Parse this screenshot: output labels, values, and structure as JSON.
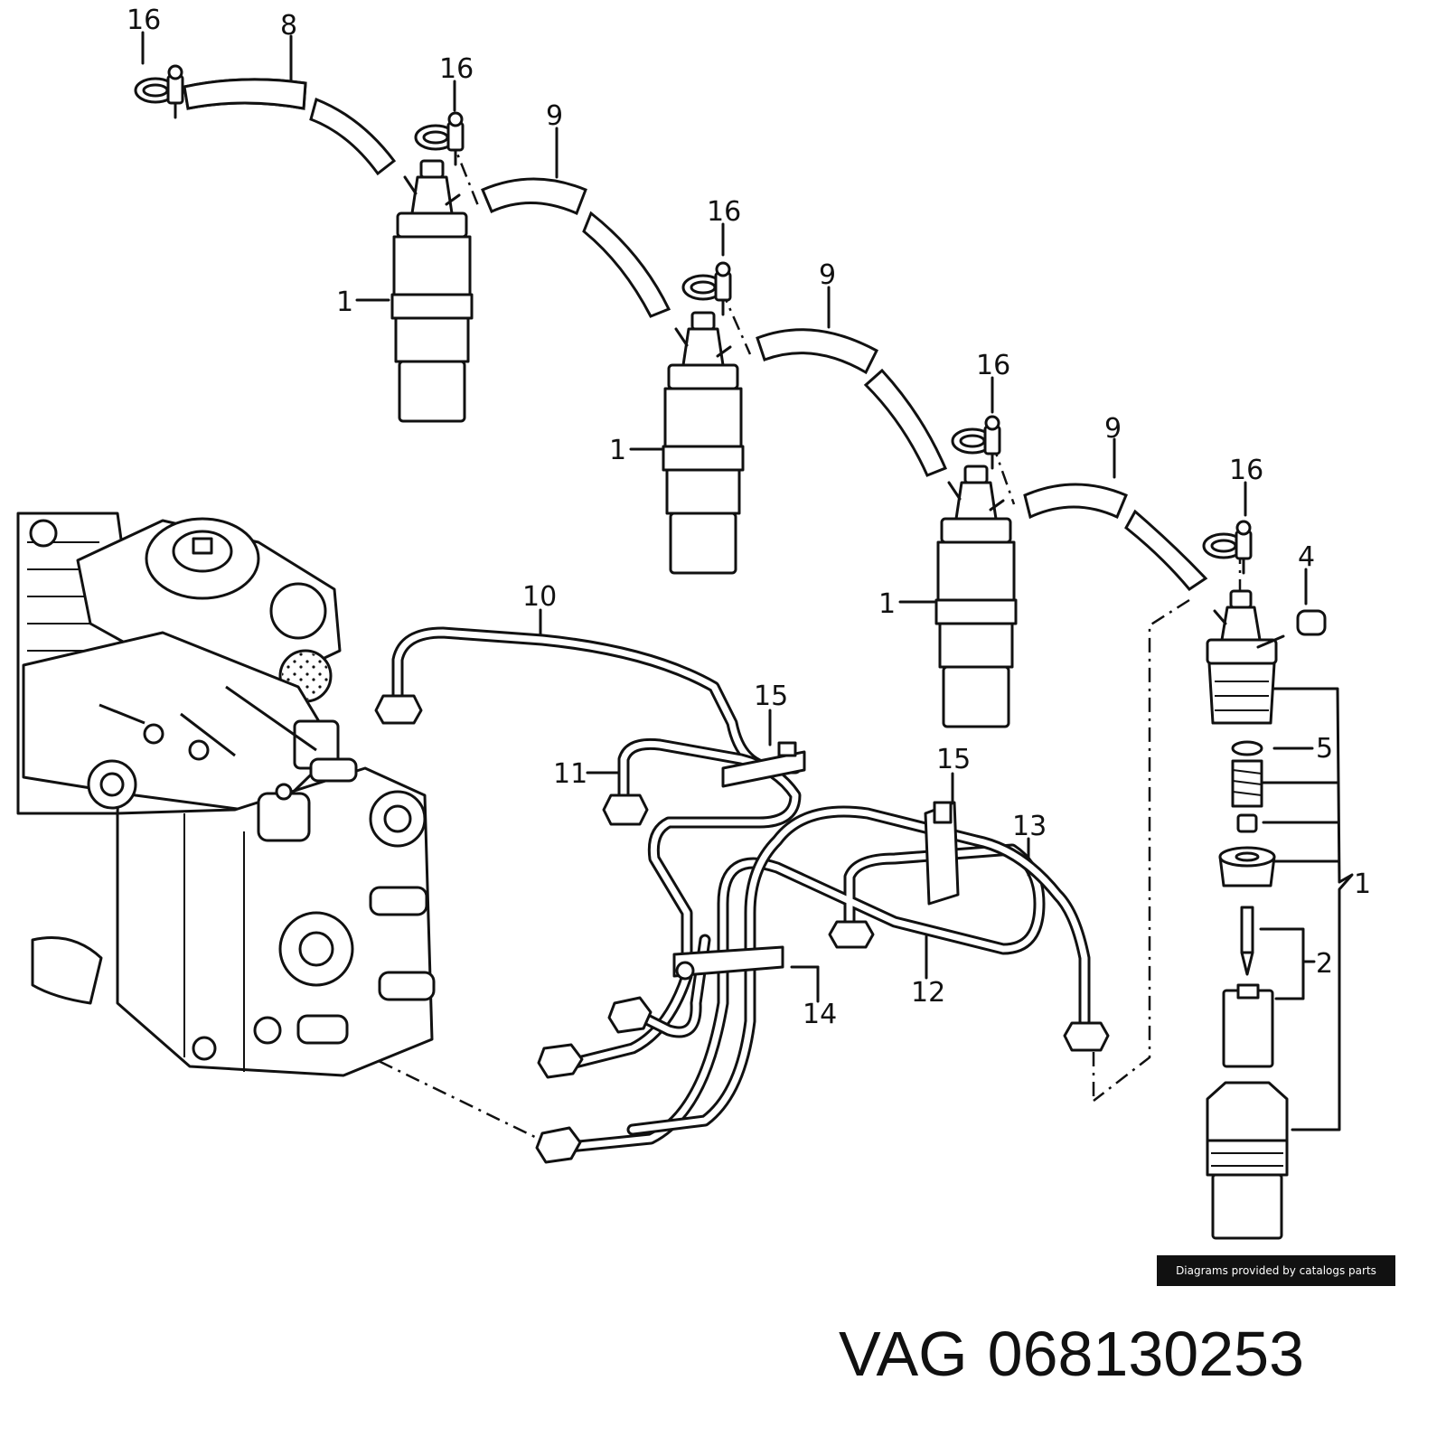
{
  "diagram": {
    "callouts": {
      "hose_top": "8",
      "clamp_top_left": "16",
      "clamp_1": "16",
      "clamp_2": "16",
      "clamp_3": "16",
      "clamp_4": "16",
      "hose_a": "9",
      "hose_b": "9",
      "hose_c": "9",
      "injector_1": "1",
      "injector_2": "1",
      "injector_3": "1",
      "cap": "4",
      "washer": "5",
      "assembly": "1",
      "nozzle": "2",
      "pipe_10": "10",
      "pipe_11": "11",
      "pipe_12": "12",
      "pipe_13": "13",
      "clip_14": "14",
      "clip_15a": "15",
      "clip_15b": "15"
    },
    "credit": "Diagrams provided by catalogs parts"
  },
  "product": {
    "brand": "VAG",
    "part_number": "068130253"
  }
}
